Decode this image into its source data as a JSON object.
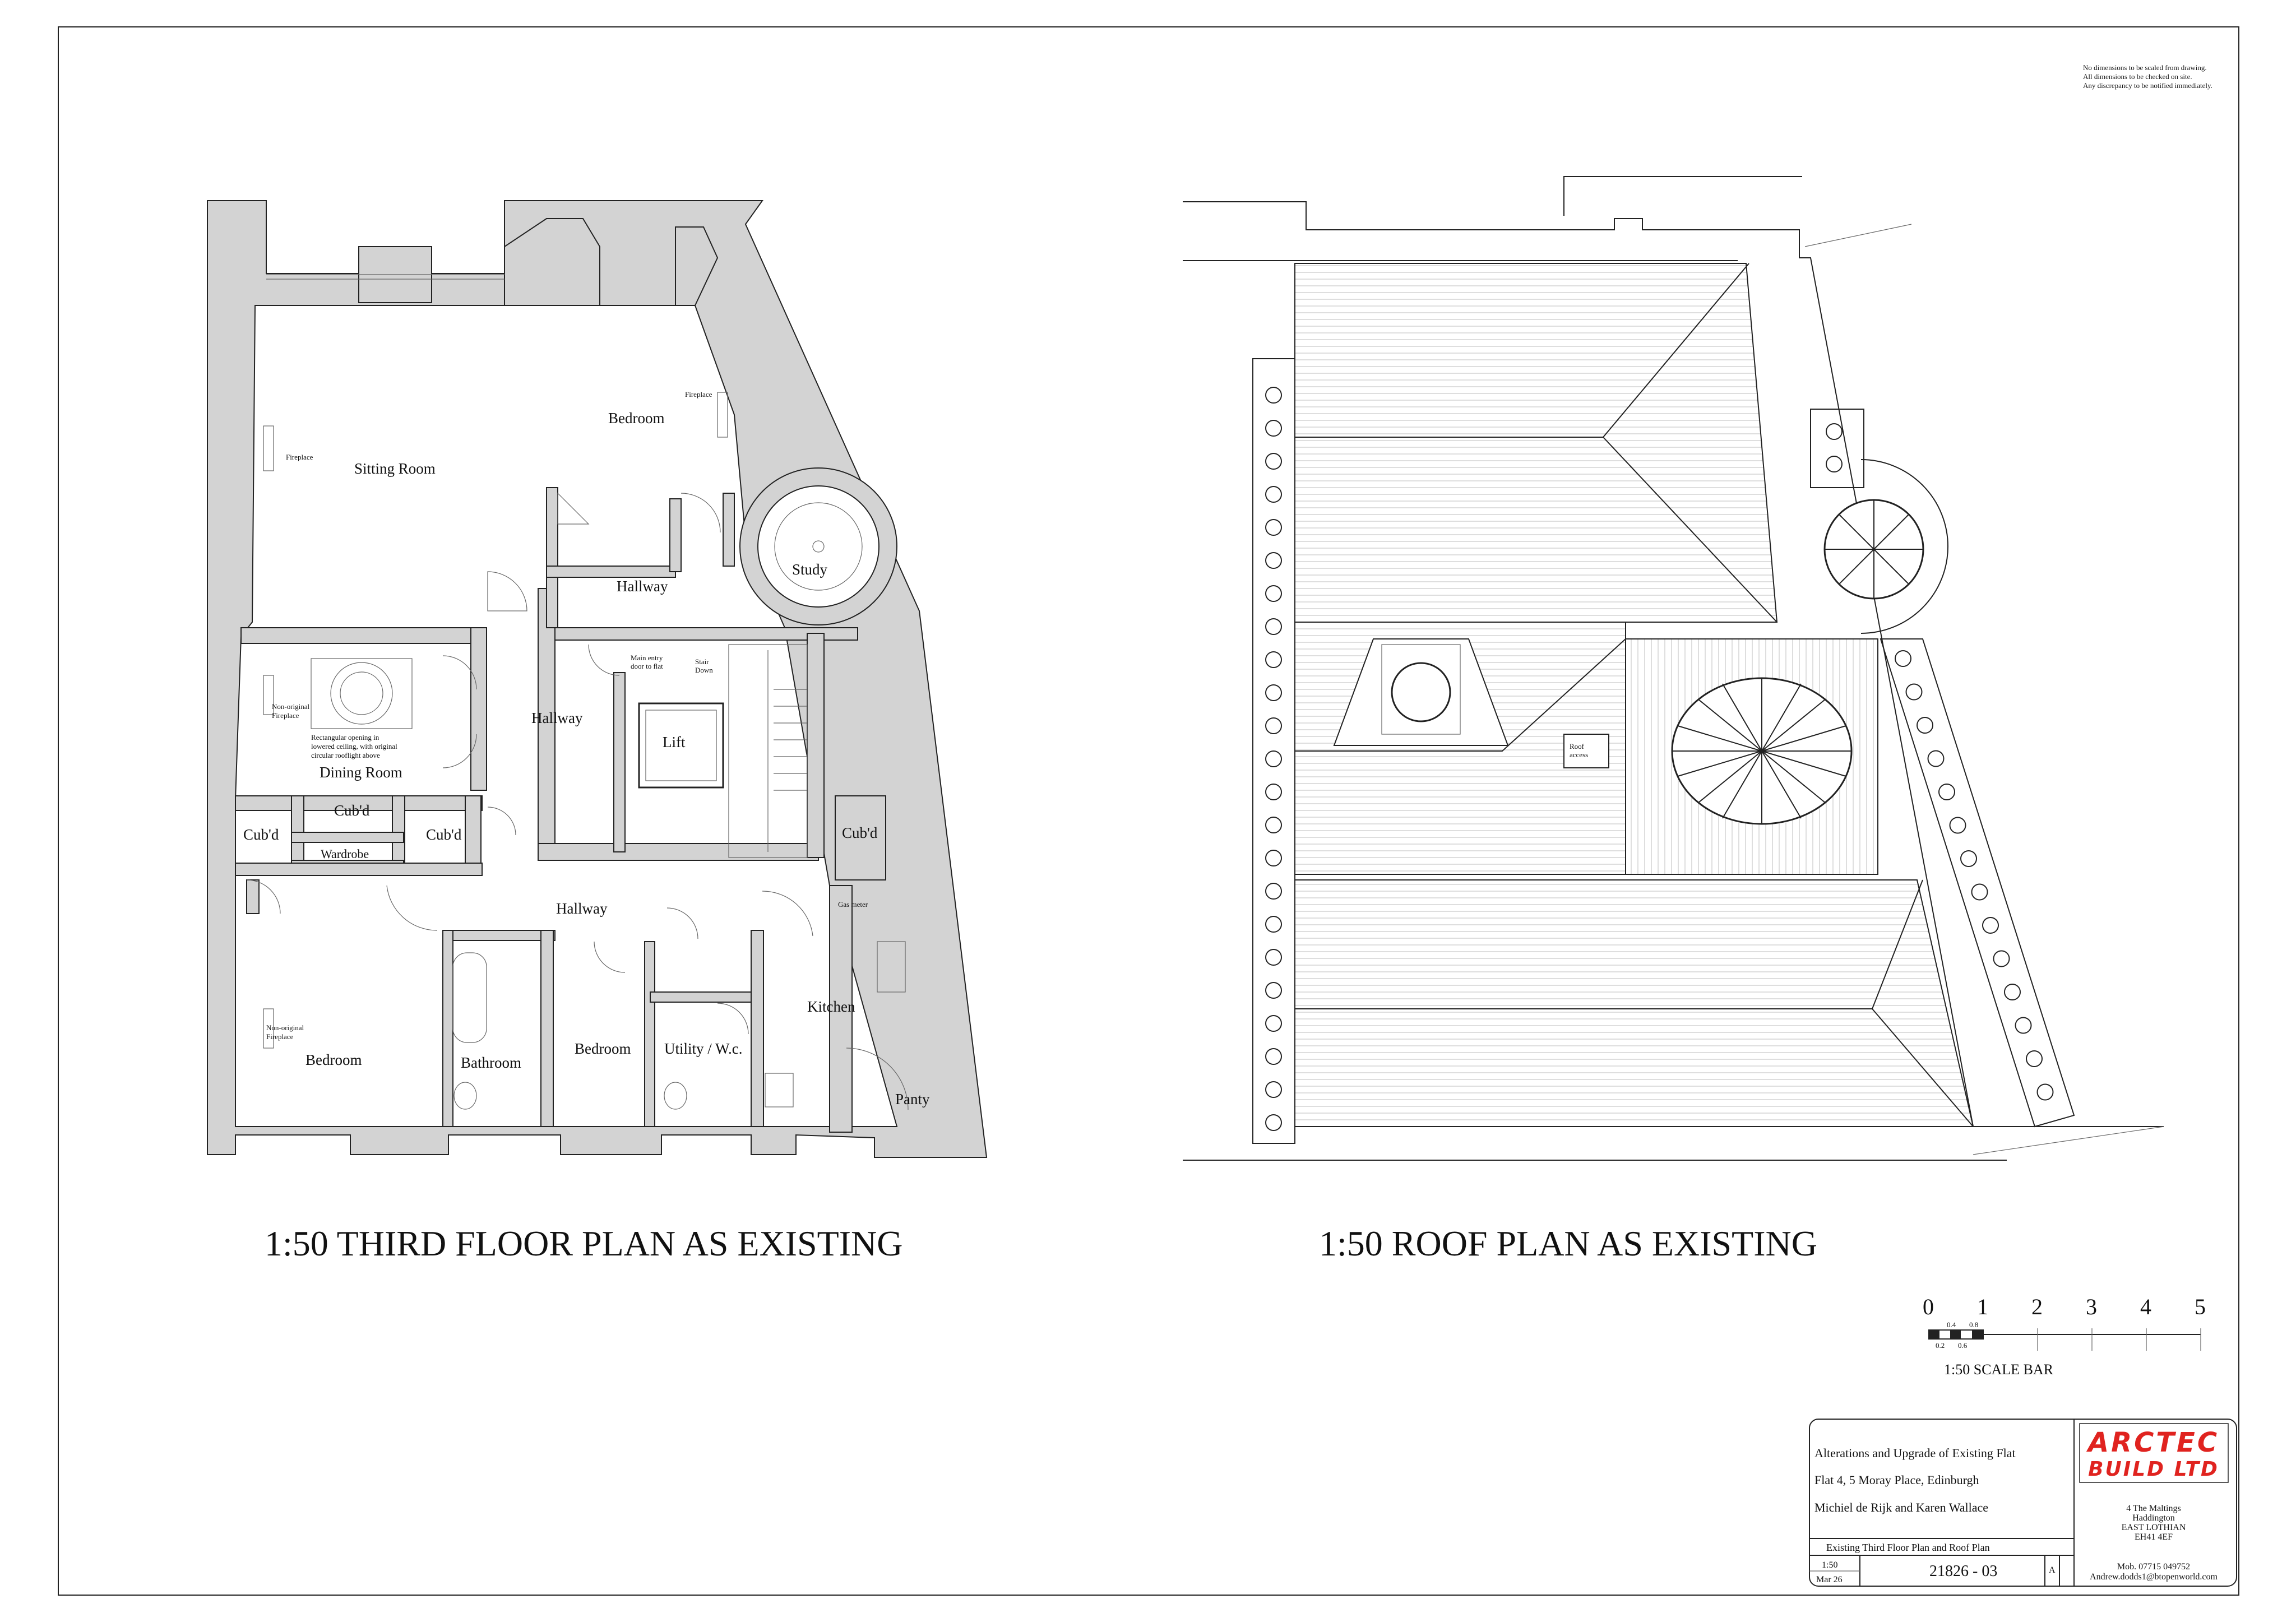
{
  "notice": [
    "No dimensions to be scaled from drawing.",
    "All dimensions to be checked on site.",
    "Any discrepancy to be notified immediately."
  ],
  "floor_plan": {
    "title": "1:50 THIRD FLOOR PLAN AS EXISTING",
    "rooms": {
      "sitting_room": "Sitting Room",
      "bedroom_top": "Bedroom",
      "study": "Study",
      "hallway_top": "Hallway",
      "hallway_mid": "Hallway",
      "hallway_bottom": "Hallway",
      "lift": "Lift",
      "dining_room": "Dining Room",
      "cubd_center": "Cub'd",
      "cubd_left": "Cub'd",
      "cubd_mid": "Cub'd",
      "cubd_right": "Cub'd",
      "wardrobe": "Wardrobe",
      "bedroom_left": "Bedroom",
      "bathroom": "Bathroom",
      "bedroom_mid": "Bedroom",
      "utility": "Utility / W.c.",
      "kitchen": "Kitchen",
      "panty": "Panty"
    },
    "notes": {
      "fireplace_sitting": "Fireplace",
      "fireplace_bedroom": "Fireplace",
      "main_entry_1": "Main entry",
      "main_entry_2": "door to flat",
      "stair_1": "Stair",
      "stair_2": "Down",
      "nonorig_dining_1": "Non-original",
      "nonorig_dining_2": "Fireplace",
      "rooflight_1": "Rectangular opening in",
      "rooflight_2": "lowered ceiling, with original",
      "rooflight_3": "circular rooflight above",
      "gas_meter": "Gas meter",
      "nonorig_bed_1": "Non-original",
      "nonorig_bed_2": "Fireplace"
    }
  },
  "roof_plan": {
    "title": "1:50 ROOF PLAN AS EXISTING",
    "roof_access_1": "Roof",
    "roof_access_2": "access"
  },
  "scale_bar": {
    "numbers": [
      "0",
      "1",
      "2",
      "3",
      "4",
      "5"
    ],
    "subdiv_top": [
      "0.4",
      "0.8"
    ],
    "subdiv_bottom": [
      "0.2",
      "0.6"
    ],
    "label": "1:50 SCALE BAR"
  },
  "title_block": {
    "project_line_1": "Alterations and Upgrade of Existing Flat",
    "project_line_2": "Flat 4, 5 Moray Place, Edinburgh",
    "project_line_3": "Michiel de Rijk and Karen Wallace",
    "drawing_title": "Existing Third Floor Plan and Roof Plan",
    "scale": "1:50",
    "date": "Mar 26",
    "drawing_number": "21826 - 03",
    "revision": "A",
    "logo_line_1": "ARCTEC",
    "logo_line_2": "BUILD LTD",
    "logo_color": "#e0231f",
    "address": [
      "4 The Maltings",
      "Haddington",
      "EAST LOTHIAN",
      "EH41 4EF"
    ],
    "mobile": "Mob. 07715 049752",
    "email": "Andrew.dodds1@btopenworld.com"
  }
}
